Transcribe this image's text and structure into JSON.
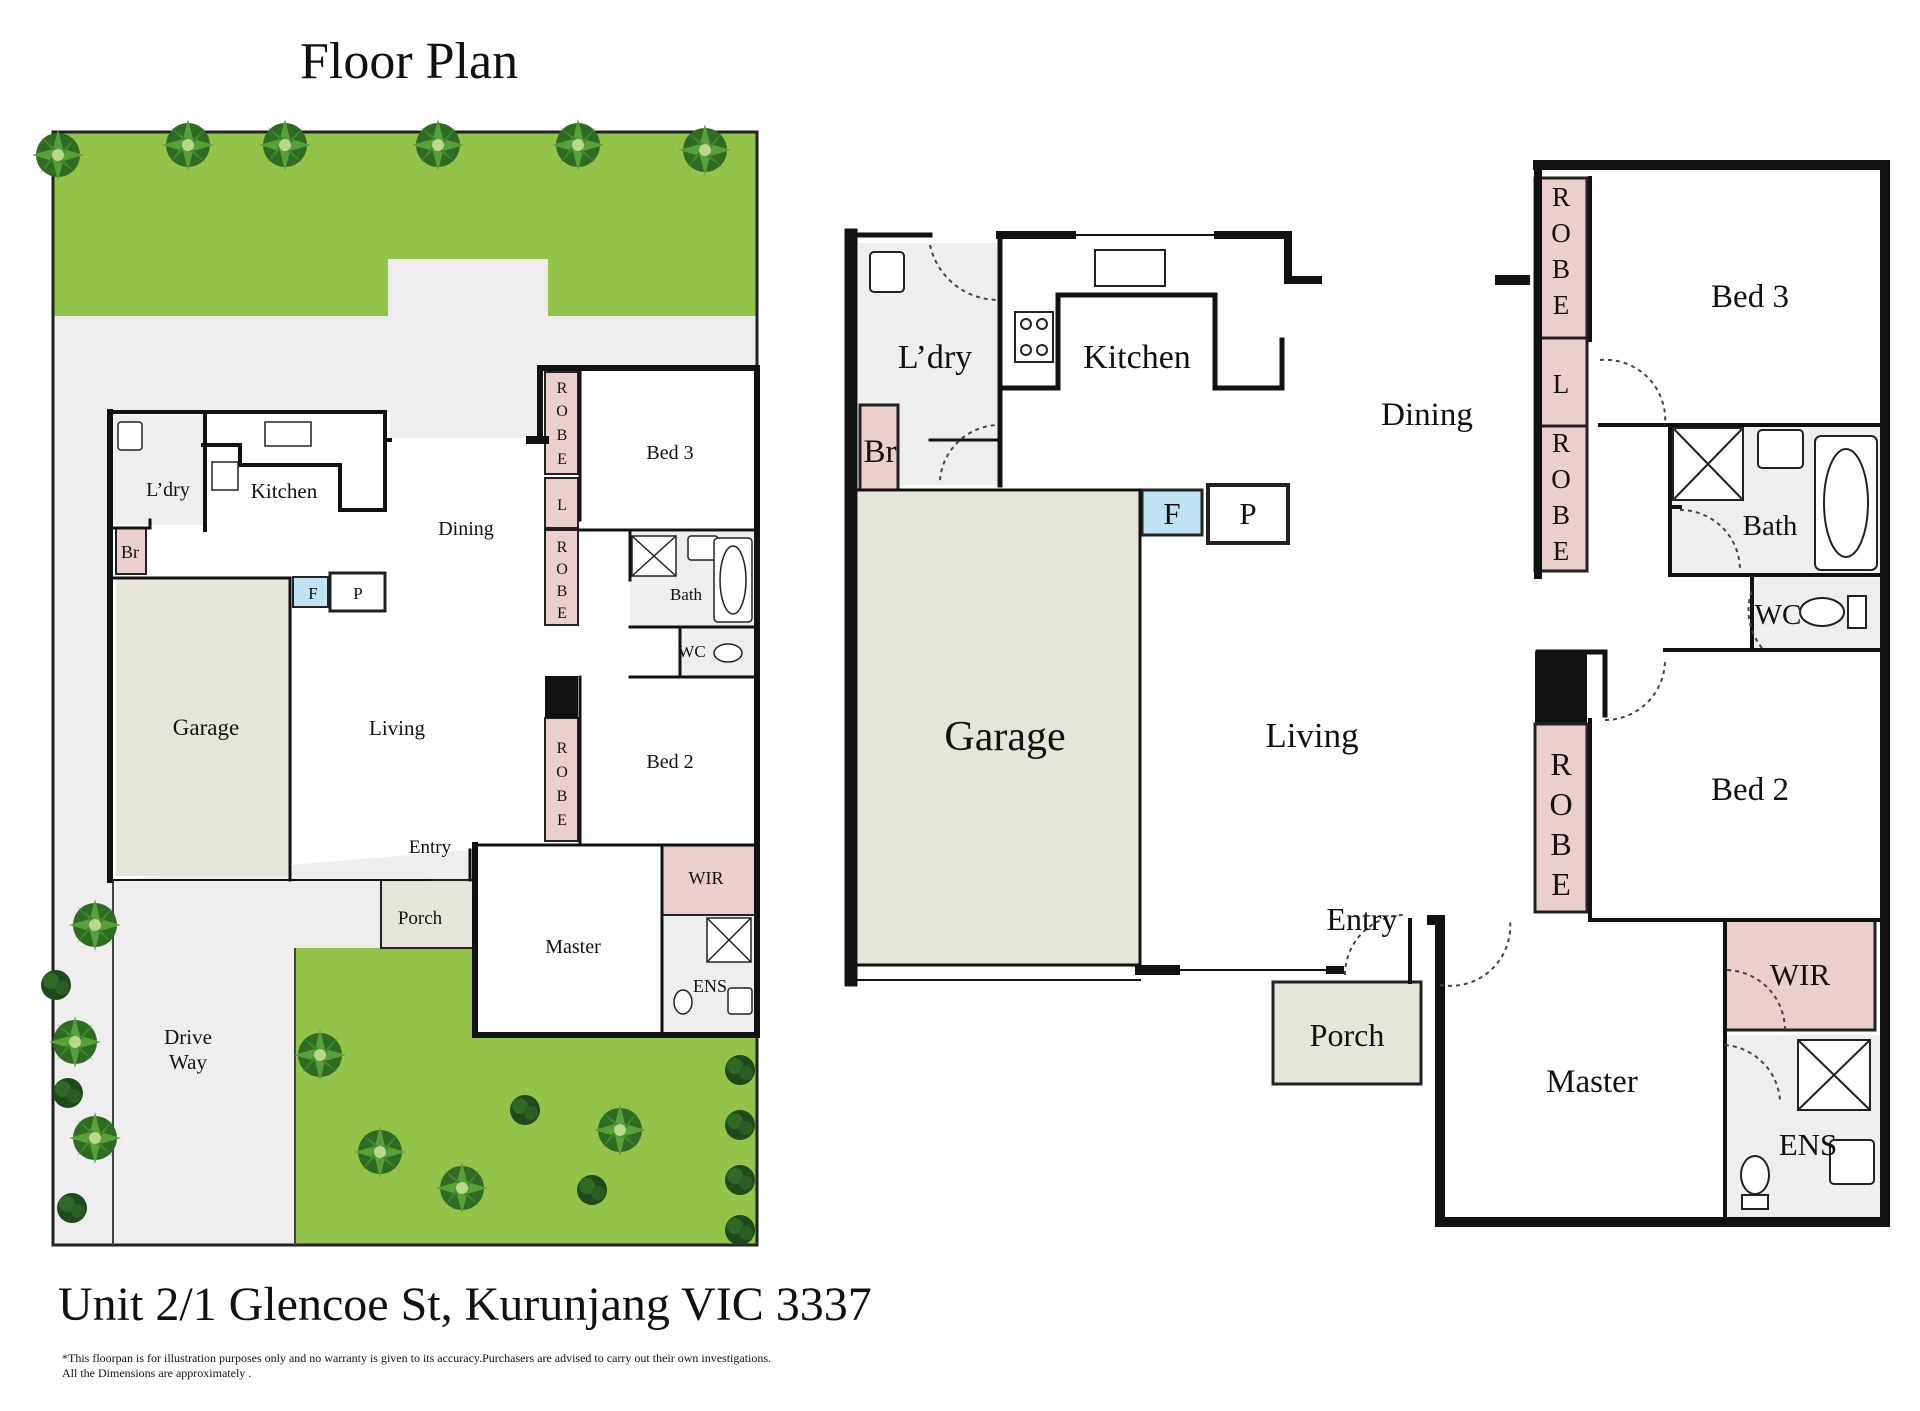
{
  "title": "Floor Plan",
  "address": "Unit 2/1 Glencoe St, Kurunjang VIC 3337",
  "disclaimer": {
    "line1": "*This floorpan is for illustration purposes only and no warranty is given to its accuracy.Purchasers are advised to carry out their own investigations.",
    "line2": "All the Dimensions are approximately ."
  },
  "colors": {
    "lawn": "#94c34a",
    "paving": "#eeeeee",
    "garage": "#e6e5da",
    "robe": "#eacfcc",
    "fridge": "#bfe3f3",
    "wall": "#111111",
    "wet_area": "#eeeeee"
  },
  "icons": [
    "tree-icon",
    "shrub-icon",
    "sink-icon",
    "cooktop-icon",
    "bathtub-icon",
    "shower-icon",
    "toilet-icon",
    "basin-icon",
    "door-swing-icon"
  ],
  "rooms": {
    "laundry": "L’dry",
    "kitchen": "Kitchen",
    "dining": "Dining",
    "bed3": "Bed 3",
    "bath": "Bath",
    "wc": "WC",
    "bed2": "Bed 2",
    "garage": "Garage",
    "living": "Living",
    "entry": "Entry",
    "porch": "Porch",
    "master": "Master",
    "wir": "WIR",
    "ens": "ENS",
    "br": "Br",
    "fridge": "F",
    "pantry": "P",
    "robe_r": "R",
    "robe_o": "O",
    "robe_b": "B",
    "robe_e": "E",
    "linen": "L",
    "drive_way_1": "Drive",
    "drive_way_2": "Way"
  }
}
